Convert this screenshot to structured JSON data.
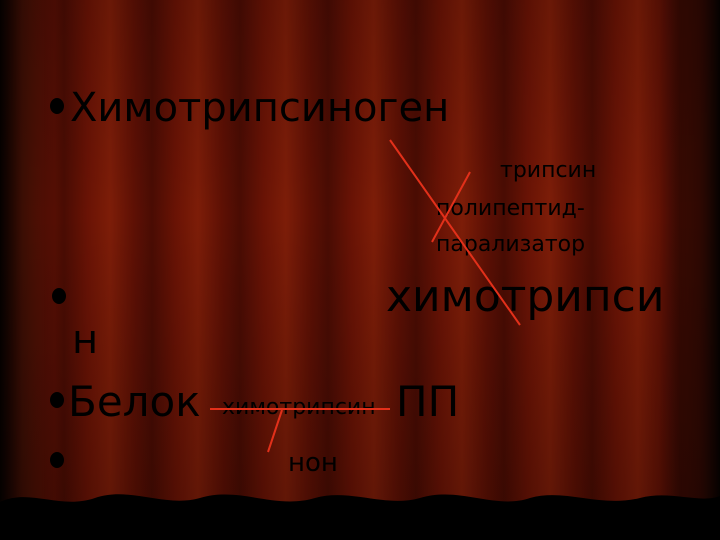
{
  "slide": {
    "line1": "Химотрипсиноген",
    "note_top_1": "трипсин",
    "note_top_2": "полипептид-",
    "note_top_3": "парализатор",
    "line2_word": "химотрипси",
    "line2_wrap": "н",
    "line3_word": "Белок",
    "line3_enzyme": "химотрипсин",
    "line3_product": "ПП",
    "line4_fragment": "нон"
  },
  "colors": {
    "curtain": "#6a1305",
    "text": "#000000",
    "annotation_lines": "#e2301a"
  }
}
